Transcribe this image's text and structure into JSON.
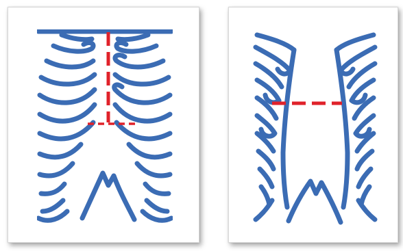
{
  "figure": {
    "panels": [
      {
        "id": "left",
        "content": "normal-rib-cage-with-vertical-and-horizontal-dashed-measurement"
      },
      {
        "id": "right",
        "content": "wide-rib-cage-with-horizontal-dashed-measurement"
      }
    ],
    "colors": {
      "rib_stroke": "#3b6cb4",
      "measurement_line": "#e0222a",
      "card_background": "#ffffff"
    }
  }
}
